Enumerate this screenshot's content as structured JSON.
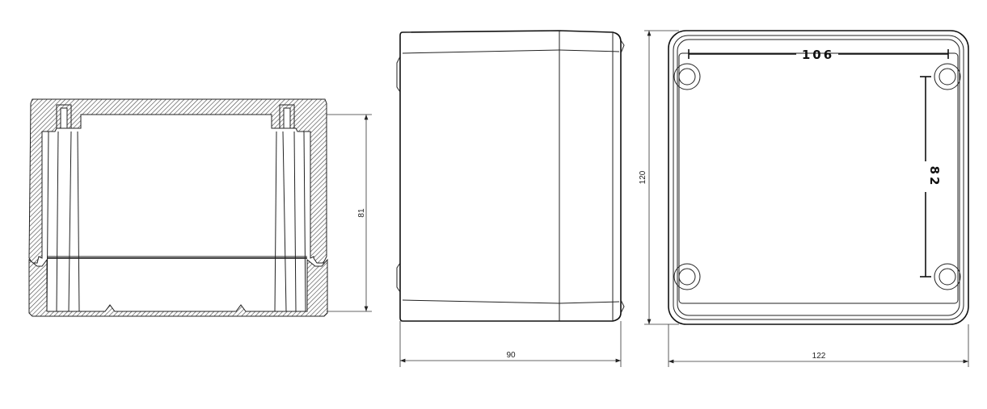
{
  "drawing": {
    "section_view": {
      "dimension_height": "81"
    },
    "side_view": {
      "dimension_depth": "90"
    },
    "top_view": {
      "dimension_height": "120",
      "dimension_width": "122",
      "hole_spacing_horizontal": "106",
      "hole_spacing_vertical": "82"
    }
  }
}
